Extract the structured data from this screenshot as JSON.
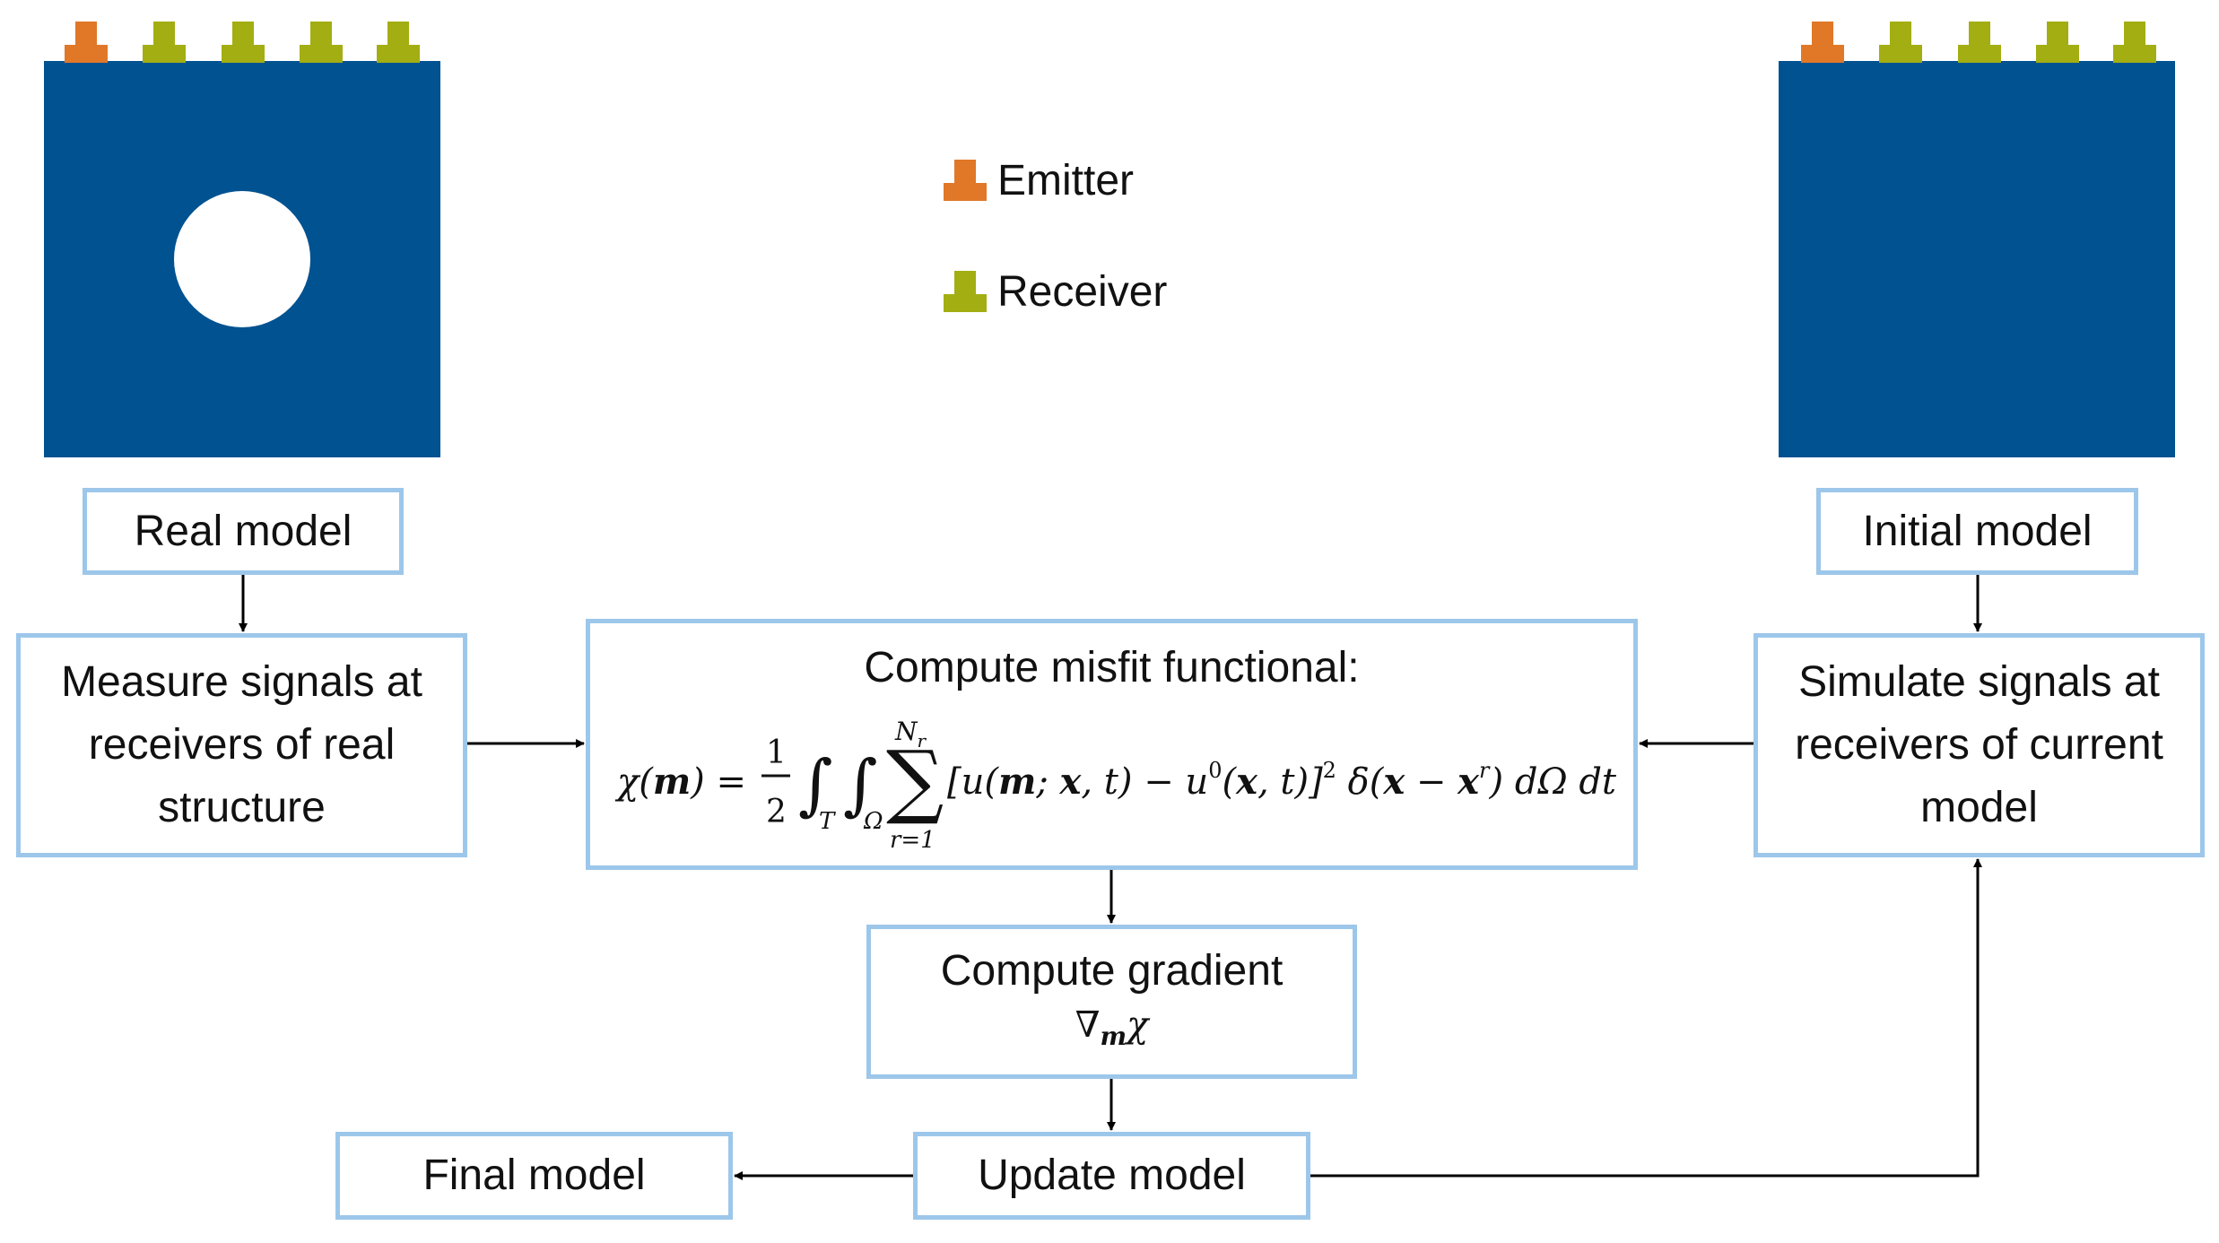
{
  "colors": {
    "plate": "#015291",
    "emitter": "#e07828",
    "receiver": "#a3ae12",
    "box_border": "#9dc7ea",
    "arrow": "#000000"
  },
  "legend": {
    "emitter_label": "Emitter",
    "receiver_label": "Receiver"
  },
  "boxes": {
    "real_model": "Real model",
    "initial_model": "Initial model",
    "measure_lines": [
      "Measure signals at",
      "receivers of real",
      "structure"
    ],
    "simulate_lines": [
      "Simulate signals at",
      "receivers of current",
      "model"
    ],
    "misfit_title": "Compute misfit functional:",
    "gradient_title": "Compute gradient",
    "update_model": "Update model",
    "final_model": "Final model"
  },
  "formulas": {
    "gradient": "∇mχ",
    "misfit": "χ(m) = 1/2 ∫T ∫Ω Σ(r=1..Nr) [u(m;x,t) − u0(x,t)]² δ(x − xr) dΩ dt"
  },
  "icons": {
    "sensor": "sensor-icon",
    "hole": "circular-defect"
  }
}
